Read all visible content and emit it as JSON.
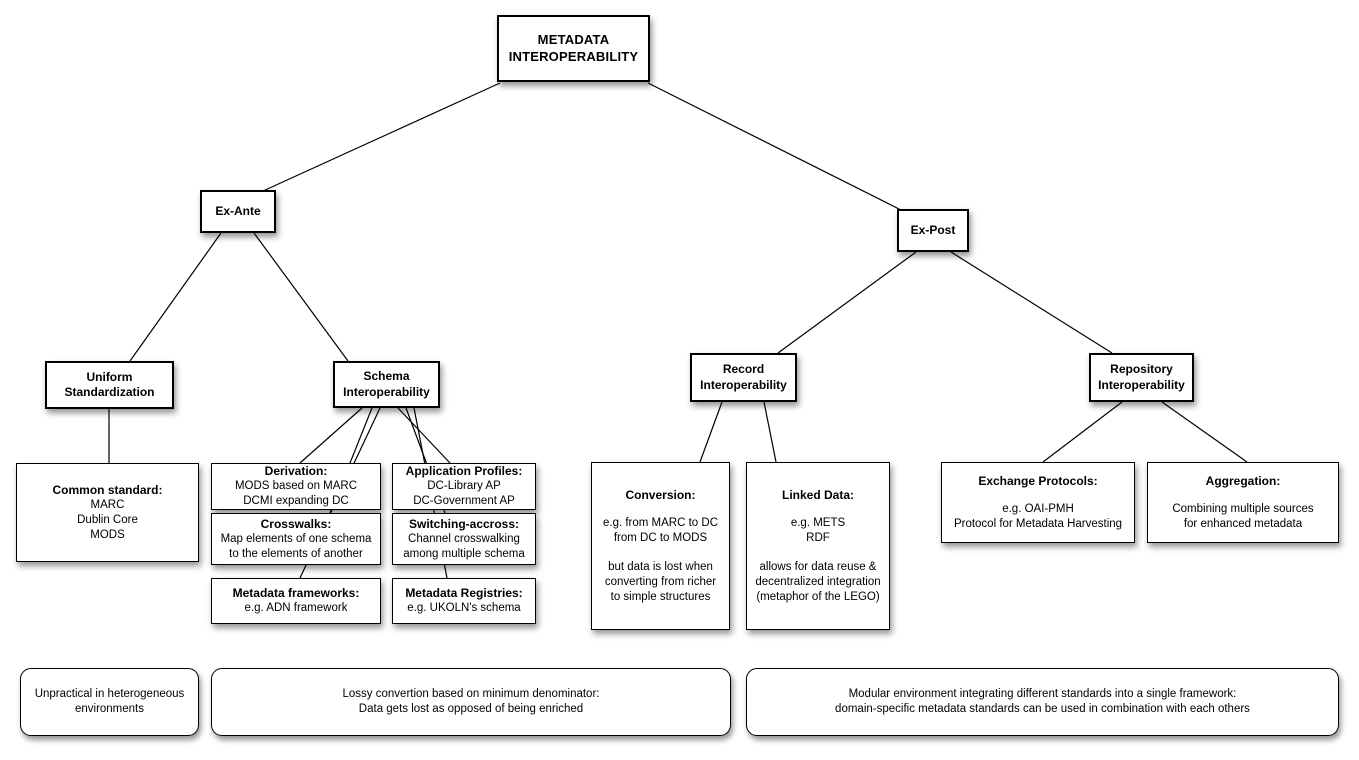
{
  "diagram": {
    "root": {
      "title": "METADATA\nINTEROPERABILITY"
    },
    "ex_ante": {
      "title": "Ex-Ante"
    },
    "ex_post": {
      "title": "Ex-Post"
    },
    "uniform_standardization": {
      "title": "Uniform\nStandardization"
    },
    "schema_interoperability": {
      "title": "Schema\nInteroperability"
    },
    "record_interoperability": {
      "title": "Record\nInteroperability"
    },
    "repository_interoperability": {
      "title": "Repository\nInteroperability"
    },
    "common_standard": {
      "title": "Common standard:",
      "body": "MARC\nDublin Core\nMODS"
    },
    "derivation": {
      "title": "Derivation:",
      "body": "MODS based on MARC\nDCMI expanding DC"
    },
    "crosswalks": {
      "title": "Crosswalks:",
      "body": "Map elements of one schema\nto the elements of another"
    },
    "metadata_frameworks": {
      "title": "Metadata frameworks:",
      "body": "e.g. ADN framework"
    },
    "application_profiles": {
      "title": "Application Profiles:",
      "body": "DC-Library AP\nDC-Government AP"
    },
    "switching_accross": {
      "title": "Switching-accross:",
      "body": "Channel crosswalking\namong multiple schema"
    },
    "metadata_registries": {
      "title": "Metadata Registries:",
      "body": "e.g. UKOLN's schema"
    },
    "conversion": {
      "title": "Conversion:",
      "body": "e.g. from MARC to DC\nfrom DC to MODS\n\nbut data is lost when\nconverting from richer\nto simple structures"
    },
    "linked_data": {
      "title": "Linked Data:",
      "body": "e.g. METS\nRDF\n\nallows for data reuse &\ndecentralized integration\n(metaphor of the LEGO)"
    },
    "exchange_protocols": {
      "title": "Exchange Protocols:",
      "body": "e.g. OAI-PMH\nProtocol for Metadata Harvesting"
    },
    "aggregation": {
      "title": "Aggregation:",
      "body": "Combining multiple sources\nfor enhanced metadata"
    },
    "note_ex_ante": {
      "text": "Unpractical in heterogeneous\nenvironments"
    },
    "note_schema": {
      "text": "Lossy convertion based on minimum denominator:\nData gets lost as opposed of being enriched"
    },
    "note_ex_post": {
      "text": "Modular environment integrating different standards into a single framework:\ndomain-specific metadata standards can be used in combination with each others"
    }
  },
  "colors": {
    "box_fill": "#ffffff",
    "box_border": "#000000",
    "connector": "#000000"
  }
}
